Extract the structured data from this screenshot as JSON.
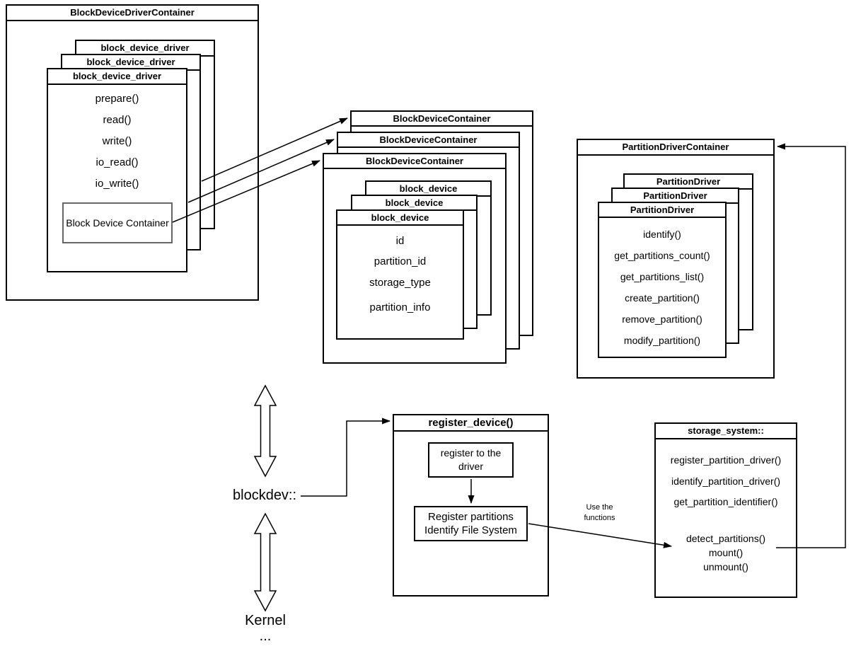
{
  "bddc": {
    "title": "BlockDeviceDriverContainer",
    "stack_title": "block_device_driver",
    "methods": [
      "prepare()",
      "read()",
      "write()",
      "io_read()",
      "io_write()"
    ],
    "inner_label": "Block Device Container"
  },
  "bdc": {
    "title": "BlockDeviceContainer",
    "stack_title": "block_device",
    "fields": [
      "id",
      "partition_id",
      "storage_type",
      "partition_info"
    ]
  },
  "pdc": {
    "title": "PartitionDriverContainer",
    "stack_title": "PartitionDriver",
    "methods": [
      "identify()",
      "get_partitions_count()",
      "get_partitions_list()",
      "create_partition()",
      "remove_partition()",
      "modify_partition()"
    ]
  },
  "reg": {
    "title": "register_device()",
    "step1": "register to the driver",
    "step2_line1": "Register partitions",
    "step2_line2": "Identify File System"
  },
  "storage": {
    "title": "storage_system::",
    "methods_top": [
      "register_partition_driver()",
      "identify_partition_driver()",
      "get_partition_identifier()"
    ],
    "methods_bottom": [
      "detect_partitions()",
      "mount()",
      "unmount()"
    ]
  },
  "labels": {
    "blockdev": "blockdev::",
    "kernel": "Kernel",
    "dots": "...",
    "use_line1": "Use the",
    "use_line2": "functions"
  },
  "colors": {
    "line": "#000000",
    "inner_border": "#666666",
    "background": "#ffffff",
    "text": "#000000"
  }
}
